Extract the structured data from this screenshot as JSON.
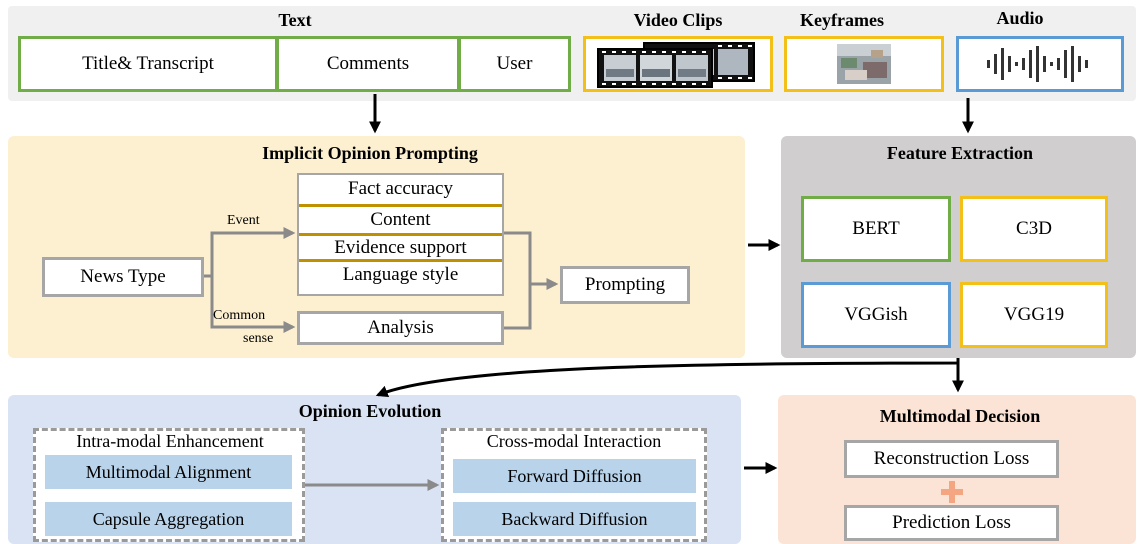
{
  "input": {
    "text_label": "Text",
    "text_items": [
      "Title& Transcript",
      "Comments",
      "User"
    ],
    "video_label": "Video Clips",
    "keyframes_label": "Keyframes",
    "audio_label": "Audio"
  },
  "prompting": {
    "title": "Implicit Opinion Prompting",
    "news_type": "News Type",
    "event_label": "Event",
    "common_label_1": "Common",
    "common_label_2": "sense",
    "aspects": [
      "Fact accuracy",
      "Content",
      "Evidence support",
      "Language style"
    ],
    "analysis": "Analysis",
    "prompting": "Prompting"
  },
  "features": {
    "title": "Feature Extraction",
    "items": [
      "BERT",
      "C3D",
      "VGGish",
      "VGG19"
    ]
  },
  "evolution": {
    "title": "Opinion Evolution",
    "intra_title": "Intra-modal Enhancement",
    "intra_items": [
      "Multimodal Alignment",
      "Capsule Aggregation"
    ],
    "cross_title": "Cross-modal Interaction",
    "cross_items": [
      "Forward Diffusion",
      "Backward Diffusion"
    ]
  },
  "decision": {
    "title": "Multimodal Decision",
    "items": [
      "Reconstruction Loss",
      "Prediction Loss"
    ],
    "plus": "+"
  },
  "colors": {
    "green": "#70ad47",
    "yellow": "#f3c019",
    "blue": "#5b9bd5",
    "gray_border": "#a6a6a6",
    "gold_line": "#bf9000",
    "prompt_bg": "#fdf0d0",
    "feature_bg": "#d0cece",
    "evolution_bg": "#dae3f3",
    "decision_bg": "#fbe3d6",
    "input_bg": "#f2f2f2"
  }
}
